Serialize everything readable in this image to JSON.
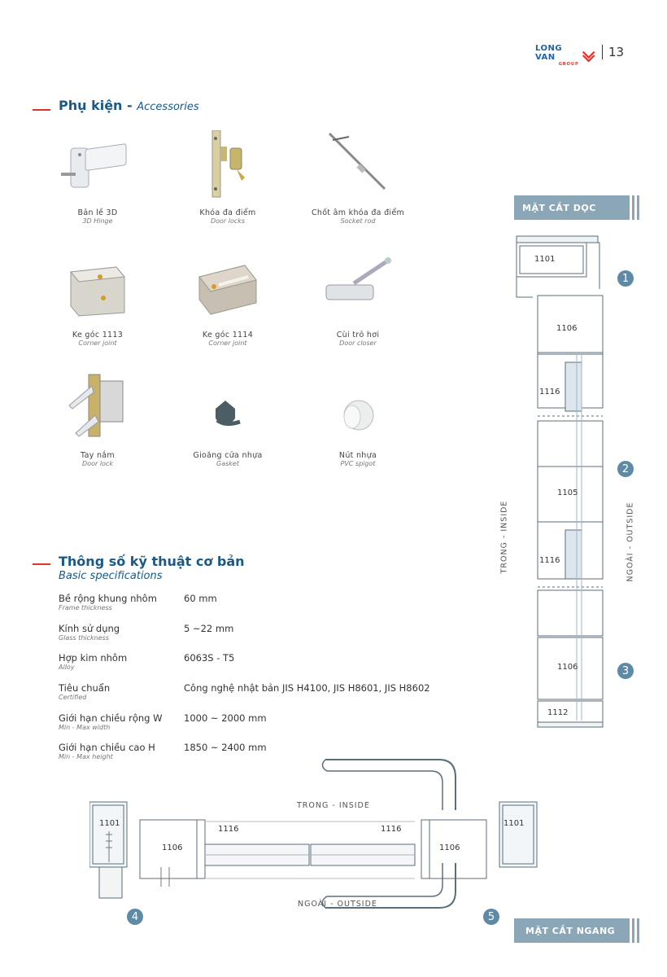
{
  "header": {
    "brand": "LONG VAN",
    "brand_sub": "GROUP",
    "page_number": "13"
  },
  "accessories": {
    "title_vi": "Phụ kiện - ",
    "title_en": "Accessories",
    "items": [
      {
        "vi": "Bản lề 3D",
        "en": "3D Hinge"
      },
      {
        "vi": "Khóa đa điểm",
        "en": "Door locks"
      },
      {
        "vi": "Chốt âm khóa đa điểm",
        "en": "Socket rod"
      },
      {
        "vi": "Ke góc 1113",
        "en": "Corner joint"
      },
      {
        "vi": "Ke góc 1114",
        "en": "Corner joint"
      },
      {
        "vi": "Cùi trỏ hơi",
        "en": "Door closer"
      },
      {
        "vi": "Tay nắm",
        "en": "Door lock"
      },
      {
        "vi": "Gioăng cửa nhựa",
        "en": "Gasket"
      },
      {
        "vi": "Nút nhựa",
        "en": "PVC spigot"
      }
    ]
  },
  "specs": {
    "title_vi": "Thông số kỹ thuật cơ bản",
    "title_en": "Basic specifications",
    "rows": [
      {
        "label": "Bề rộng khung nhôm",
        "label_en": "Frame thickness",
        "value": "60 mm"
      },
      {
        "label": "Kính sử dụng",
        "label_en": "Glass thickness",
        "value": "5 ~22 mm"
      },
      {
        "label": "Hợp kim nhôm",
        "label_en": "Alloy",
        "value": "6063S - T5"
      },
      {
        "label": "Tiêu chuẩn",
        "label_en": "Certified",
        "value": "Công nghệ nhật bản JIS H4100, JIS H8601, JIS H8602"
      },
      {
        "label": "Giới hạn chiều rộng W",
        "label_en": "Min - Max width",
        "value": "1000 ~ 2000 mm"
      },
      {
        "label": "Giới hạn chiều cao H",
        "label_en": "Min - Max height",
        "value": "1850 ~ 2400 mm"
      }
    ]
  },
  "vertical_section": {
    "title": "MẶT CẮT DỌC",
    "inside_label": "TRONG - INSIDE",
    "outside_label": "NGOÀI - OUTSIDE",
    "profiles": [
      "1101",
      "1106",
      "1116",
      "1105",
      "1116",
      "1106",
      "1112"
    ],
    "markers": [
      "1",
      "2",
      "3"
    ]
  },
  "horizontal_section": {
    "title": "MẶT CẮT NGANG",
    "inside_label": "TRONG - INSIDE",
    "outside_label": "NGOÀI - OUTSIDE",
    "profiles": [
      "1101",
      "1106",
      "1116",
      "1116",
      "1106",
      "1101"
    ],
    "markers": [
      "4",
      "5"
    ]
  },
  "colors": {
    "brand_blue": "#1a5a86",
    "accent_red": "#e3322b",
    "banner": "#8aa6b7",
    "marker": "#5f8aa5"
  }
}
